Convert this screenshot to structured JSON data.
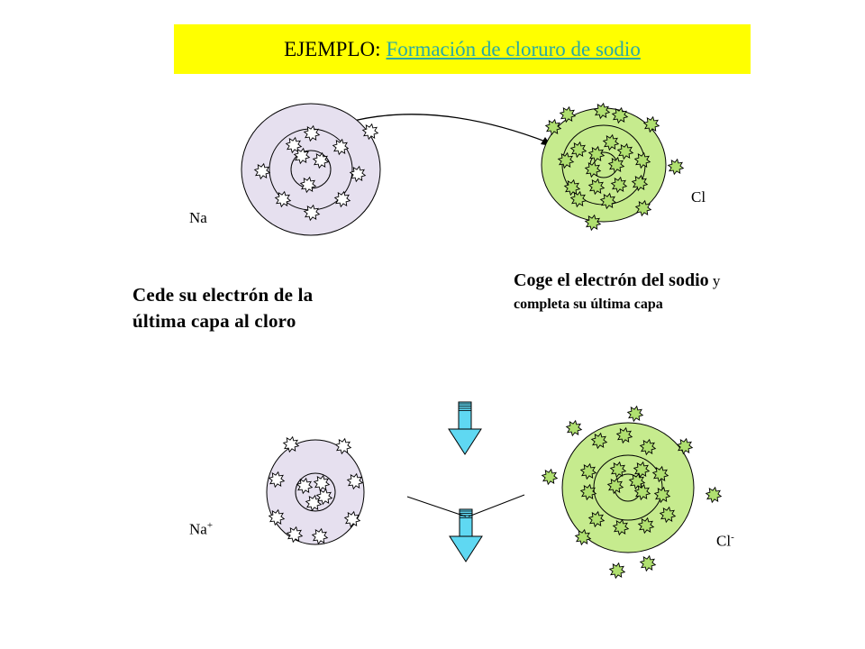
{
  "title": {
    "prefix": "EJEMPLO: ",
    "link": "Formación de cloruro de sodio"
  },
  "atoms": {
    "na": {
      "label": "Na"
    },
    "cl": {
      "label": "Cl"
    },
    "na_ion": {
      "label": "Na",
      "charge": "+"
    },
    "cl_ion": {
      "label": "Cl",
      "charge": "-"
    }
  },
  "captions": {
    "na": {
      "line1": "Cede su electrón de la",
      "line2": "última capa al cloro"
    },
    "cl": {
      "line1": "Coge el electrón del sodio",
      "line1_small": " y",
      "line2": "completa su última capa"
    }
  },
  "colors": {
    "title_bg": "#ffff00",
    "link": "#2aa9a4",
    "sodium_fill": "#e6e0ef",
    "chlorine_fill": "#c6eb8e",
    "electron_sodium": "#ffffff",
    "electron_chlorine": "#b0e070",
    "arrow_fill": "#5fd8f2"
  }
}
